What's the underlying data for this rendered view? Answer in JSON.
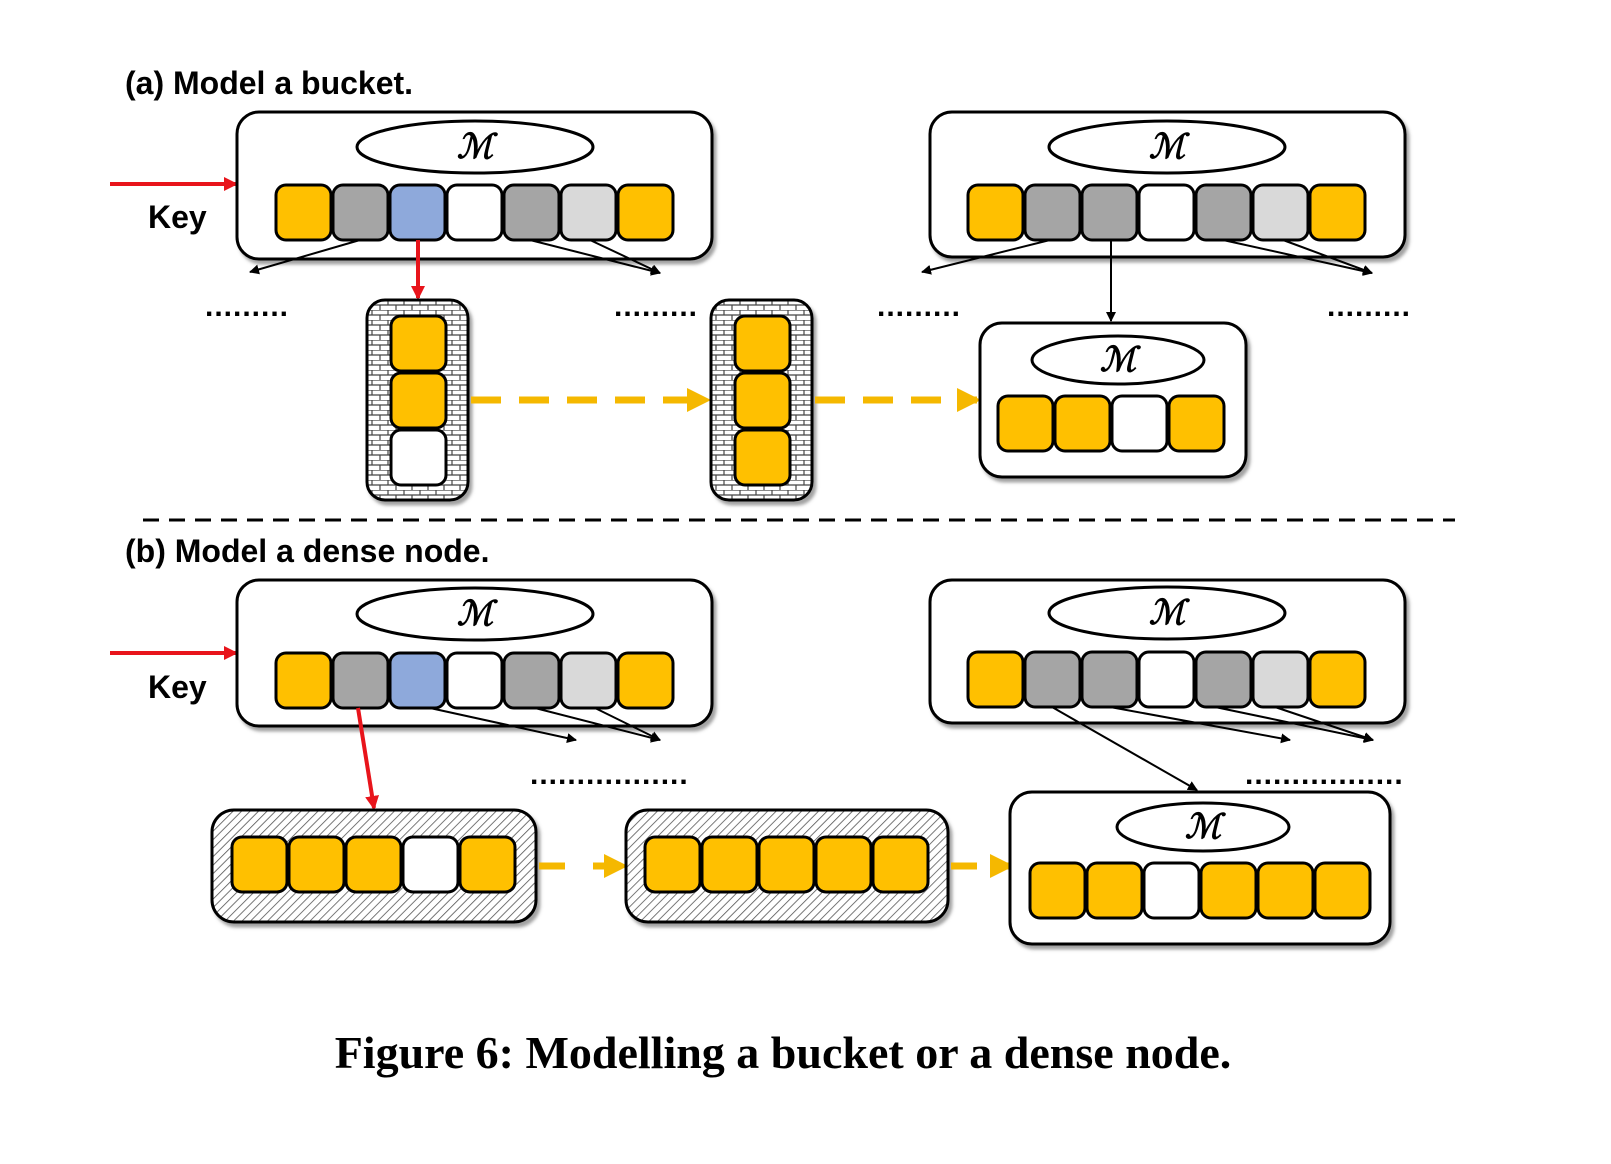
{
  "panels": {
    "a": {
      "title": "(a) Model  a bucket."
    },
    "b": {
      "title": "(b) Model a dense node."
    }
  },
  "key_label": "Key",
  "model_symbol": "ℳ",
  "ellipsis_short": ".........",
  "ellipsis_long": ".................",
  "caption": "Figure 6: Modelling a bucket or a dense node.",
  "colors": {
    "yellow": "#FFC000",
    "dark_gray": "#A5A5A5",
    "light_gray": "#D9D9D9",
    "blue": "#8EA9DB",
    "white": "#FFFFFF",
    "key_arrow": "#E8141B",
    "chain_arrow": "#F5B800"
  }
}
